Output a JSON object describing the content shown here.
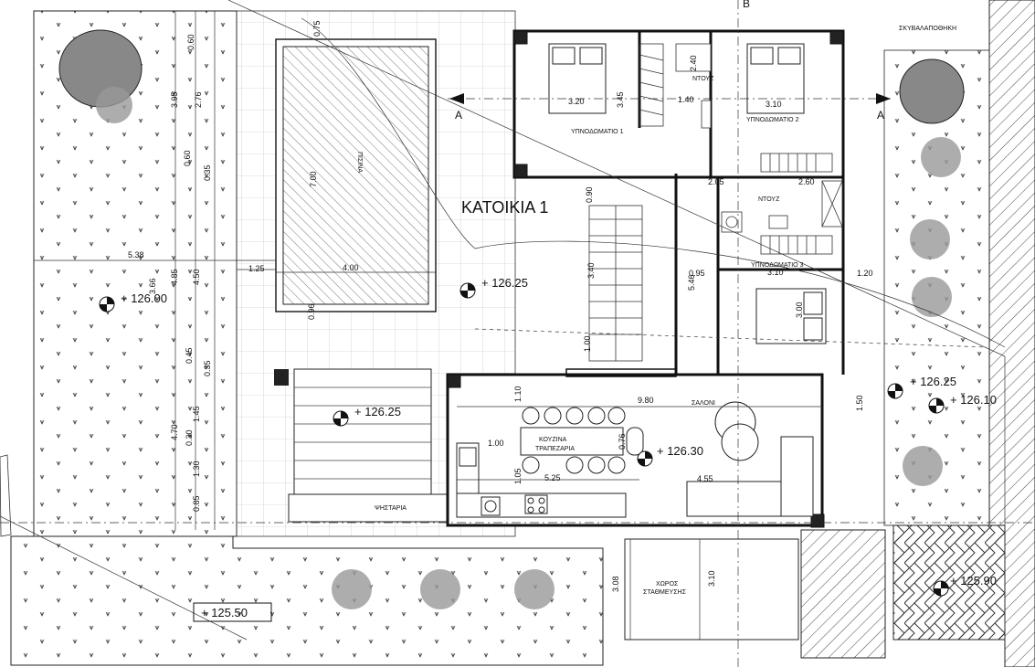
{
  "title": "ΚΑΤΟΙΚΙΑ 1",
  "rooms": {
    "bedroom1": "ΥΠΝΟΔΩΜΑΤΙΟ 1",
    "bedroom2": "ΥΠΝΟΔΩΜΑΤΙΟ 2",
    "bedroom3": "ΥΠΝΟΔΩΜΑΤΙΟ 3",
    "shower1": "ΝΤΟΥΖ",
    "shower2": "ΝΤΟΥΖ",
    "pool": "ΠΙΣΙΝΑ",
    "kitchen": "ΚΟΥΖΙΝΑ",
    "dining": "ΤΡΑΠΕΖΑΡΙΑ",
    "living": "ΣΑΛΟΝΙ",
    "bbq": "ΨΗΣΤΑΡΙΑ",
    "parking1": "ΧΩΡΟΣ",
    "parking2": "ΣΤΑΘΜΕΥΣΗΣ",
    "bins": "ΣΚΥΒΑΛΑΠΟΘΗΚΗ"
  },
  "section_marks": {
    "left": "A",
    "right": "A",
    "top": "B"
  },
  "levels": {
    "garden": "+ 126.00",
    "pool_deck": "+ 126.25",
    "terrace": "+ 126.25",
    "kitchen": "+ 126.30",
    "side_a": "+ 126.25",
    "side_b": "+ 126.10",
    "street": "+ 125.50",
    "parking": "+ 125.90"
  },
  "dims": {
    "d320": "3.20",
    "d345": "3.45",
    "d140": "1.40",
    "d310a": "3.10",
    "d240": "2.40",
    "d205": "2.05",
    "d260": "2.60",
    "d095": "0.95",
    "d310b": "3.10",
    "d120": "1.20",
    "d300": "3.00",
    "d546": "5.46",
    "d340": "3.40",
    "d100a": "1.00",
    "d090": "0.90",
    "d700": "7.00",
    "d400": "4.00",
    "d125": "1.25",
    "d096": "0.96",
    "d538": "5.38",
    "d060a": "0.60",
    "d395": "3.95",
    "d276": "2.76",
    "d060b": "0.60",
    "d035a": "0.35",
    "d366": "3.66",
    "d485": "4.85",
    "d450": "4.50",
    "d045": "0.45",
    "d035b": "0.35",
    "d145": "1.45",
    "d470": "4.70",
    "d030": "0.30",
    "d130": "1.30",
    "d085": "0.85",
    "d075": "0.75",
    "d980": "9.80",
    "d110": "1.10",
    "d100b": "1.00",
    "d076": "0.76",
    "d105": "1.05",
    "d525": "5.25",
    "d455": "4.55",
    "d150": "1.50",
    "d308": "3.08",
    "d310c": "3.10"
  }
}
